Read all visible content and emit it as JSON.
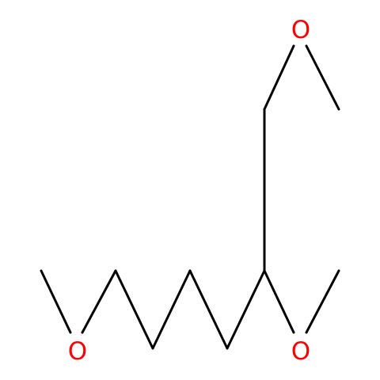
{
  "molecule": {
    "atom_color": "#ff0000",
    "bond_color": "#000000",
    "atoms": [
      {
        "id": "o-left",
        "symbol": "O"
      },
      {
        "id": "o-right",
        "symbol": "O"
      },
      {
        "id": "o-top",
        "symbol": "O"
      }
    ]
  }
}
